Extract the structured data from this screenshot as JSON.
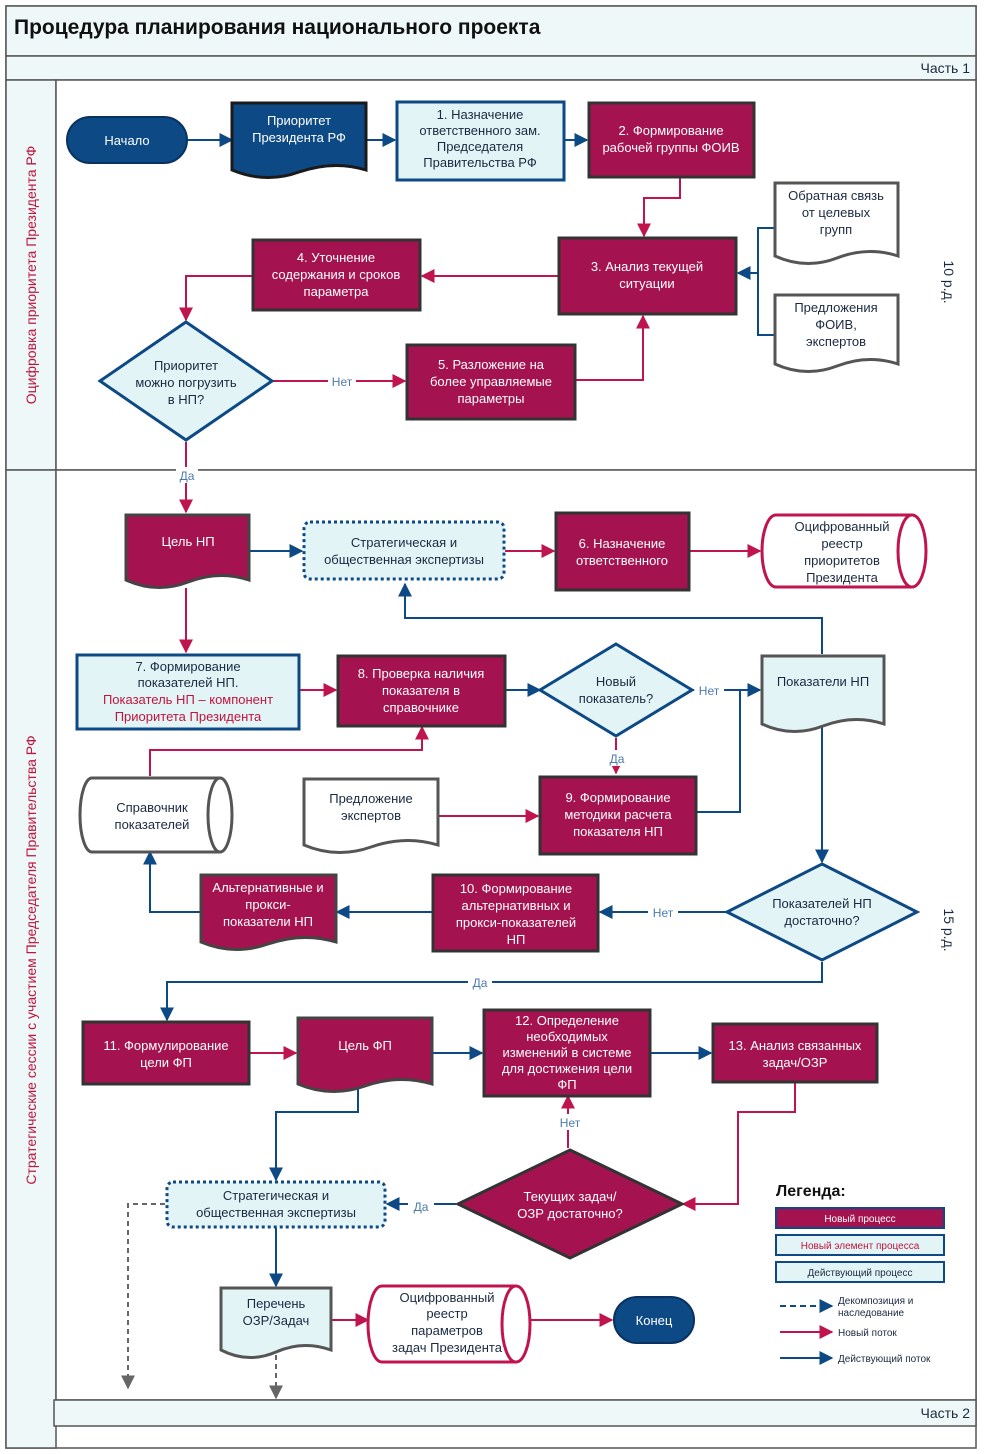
{
  "title": "Процедура планирования национального проекта",
  "part1": "Часть 1",
  "part2": "Часть 2",
  "lane1": {
    "label": "Оцифровка приоритета  Президента РФ",
    "duration": "10 р.д."
  },
  "lane2": {
    "label": "Стратегические сессии с участием Председателя Правительства РФ",
    "duration": "15 р.д."
  },
  "nodes": {
    "start": "Начало",
    "priority": [
      "Приоритет",
      "Президента РФ"
    ],
    "n1": [
      "1. Назначение",
      "ответственного зам.",
      "Председателя",
      "Правительства РФ"
    ],
    "n2": [
      "2. Формирование",
      "рабочей группы ФОИВ"
    ],
    "feedback": [
      "Обратная связь",
      "от целевых",
      "групп"
    ],
    "proposals": [
      "Предложения",
      "ФОИВ,",
      "экспертов"
    ],
    "n3": [
      "3. Анализ текущей",
      "ситуации"
    ],
    "n4": [
      "4. Уточнение",
      "содержания и сроков",
      "параметра"
    ],
    "d1": [
      "Приоритет",
      "можно погрузить",
      "в НП?"
    ],
    "n5": [
      "5. Разложение на",
      "более управляемые",
      "параметры"
    ],
    "goal_np": "Цель НП",
    "exp1": [
      "Стратегическая и",
      "общественная экспертизы"
    ],
    "n6": [
      "6. Назначение",
      "ответственного"
    ],
    "registry1": [
      "Оцифрованный",
      "реестр",
      "приоритетов",
      "Президента"
    ],
    "n7": [
      "7. Формирование",
      "показателей НП."
    ],
    "n7_red": [
      "Показатель НП – компонент",
      "Приоритета Президента"
    ],
    "n8": [
      "8. Проверка наличия",
      "показателя в",
      "справочнике"
    ],
    "d2": [
      "Новый",
      "показатель?"
    ],
    "indicators": "Показатели НП",
    "catalog": [
      "Справочник",
      "показателей"
    ],
    "expert_prop": [
      "Предложение",
      "экспертов"
    ],
    "n9": [
      "9. Формирование",
      "методики расчета",
      "показателя НП"
    ],
    "alt": [
      "Альтернативные и",
      "прокси-",
      "показатели НП"
    ],
    "n10": [
      "10. Формирование",
      "альтернативных и",
      "прокси-показателей",
      "НП"
    ],
    "d3": [
      "Показателей НП",
      "достаточно?"
    ],
    "n11": [
      "11. Формулирование",
      "цели ФП"
    ],
    "goal_fp": "Цель ФП",
    "n12": [
      "12. Определение",
      "необходимых",
      "изменений в системе",
      "для достижения цели",
      "ФП"
    ],
    "n13": [
      "13. Анализ связанных",
      "задач/ОЗР"
    ],
    "d4": [
      "Текущих задач/",
      "ОЗР достаточно?"
    ],
    "exp2": [
      "Стратегическая и",
      "общественная экспертизы"
    ],
    "list": [
      "Перечень",
      "ОЗР/Задач"
    ],
    "registry2": [
      "Оцифрованный",
      "реестр",
      "параметров",
      "задач Президента"
    ],
    "end": "Конец"
  },
  "labels": {
    "yes": "Да",
    "no": "Нет"
  },
  "legend": {
    "title": "Легенда:",
    "new_process": "Новый процесс",
    "new_element": "Новый элемент процесса",
    "existing_process": "Действующий процесс",
    "decomposition": [
      "Декомпозиция и",
      "наследование"
    ],
    "new_flow": "Новый поток",
    "existing_flow": "Действующий поток"
  },
  "colors": {
    "crimson": "#a4134f",
    "navy": "#0d4a85",
    "light": "#e3f4f7",
    "grey": "#5a5a5a",
    "lane": "#eef8f9"
  }
}
